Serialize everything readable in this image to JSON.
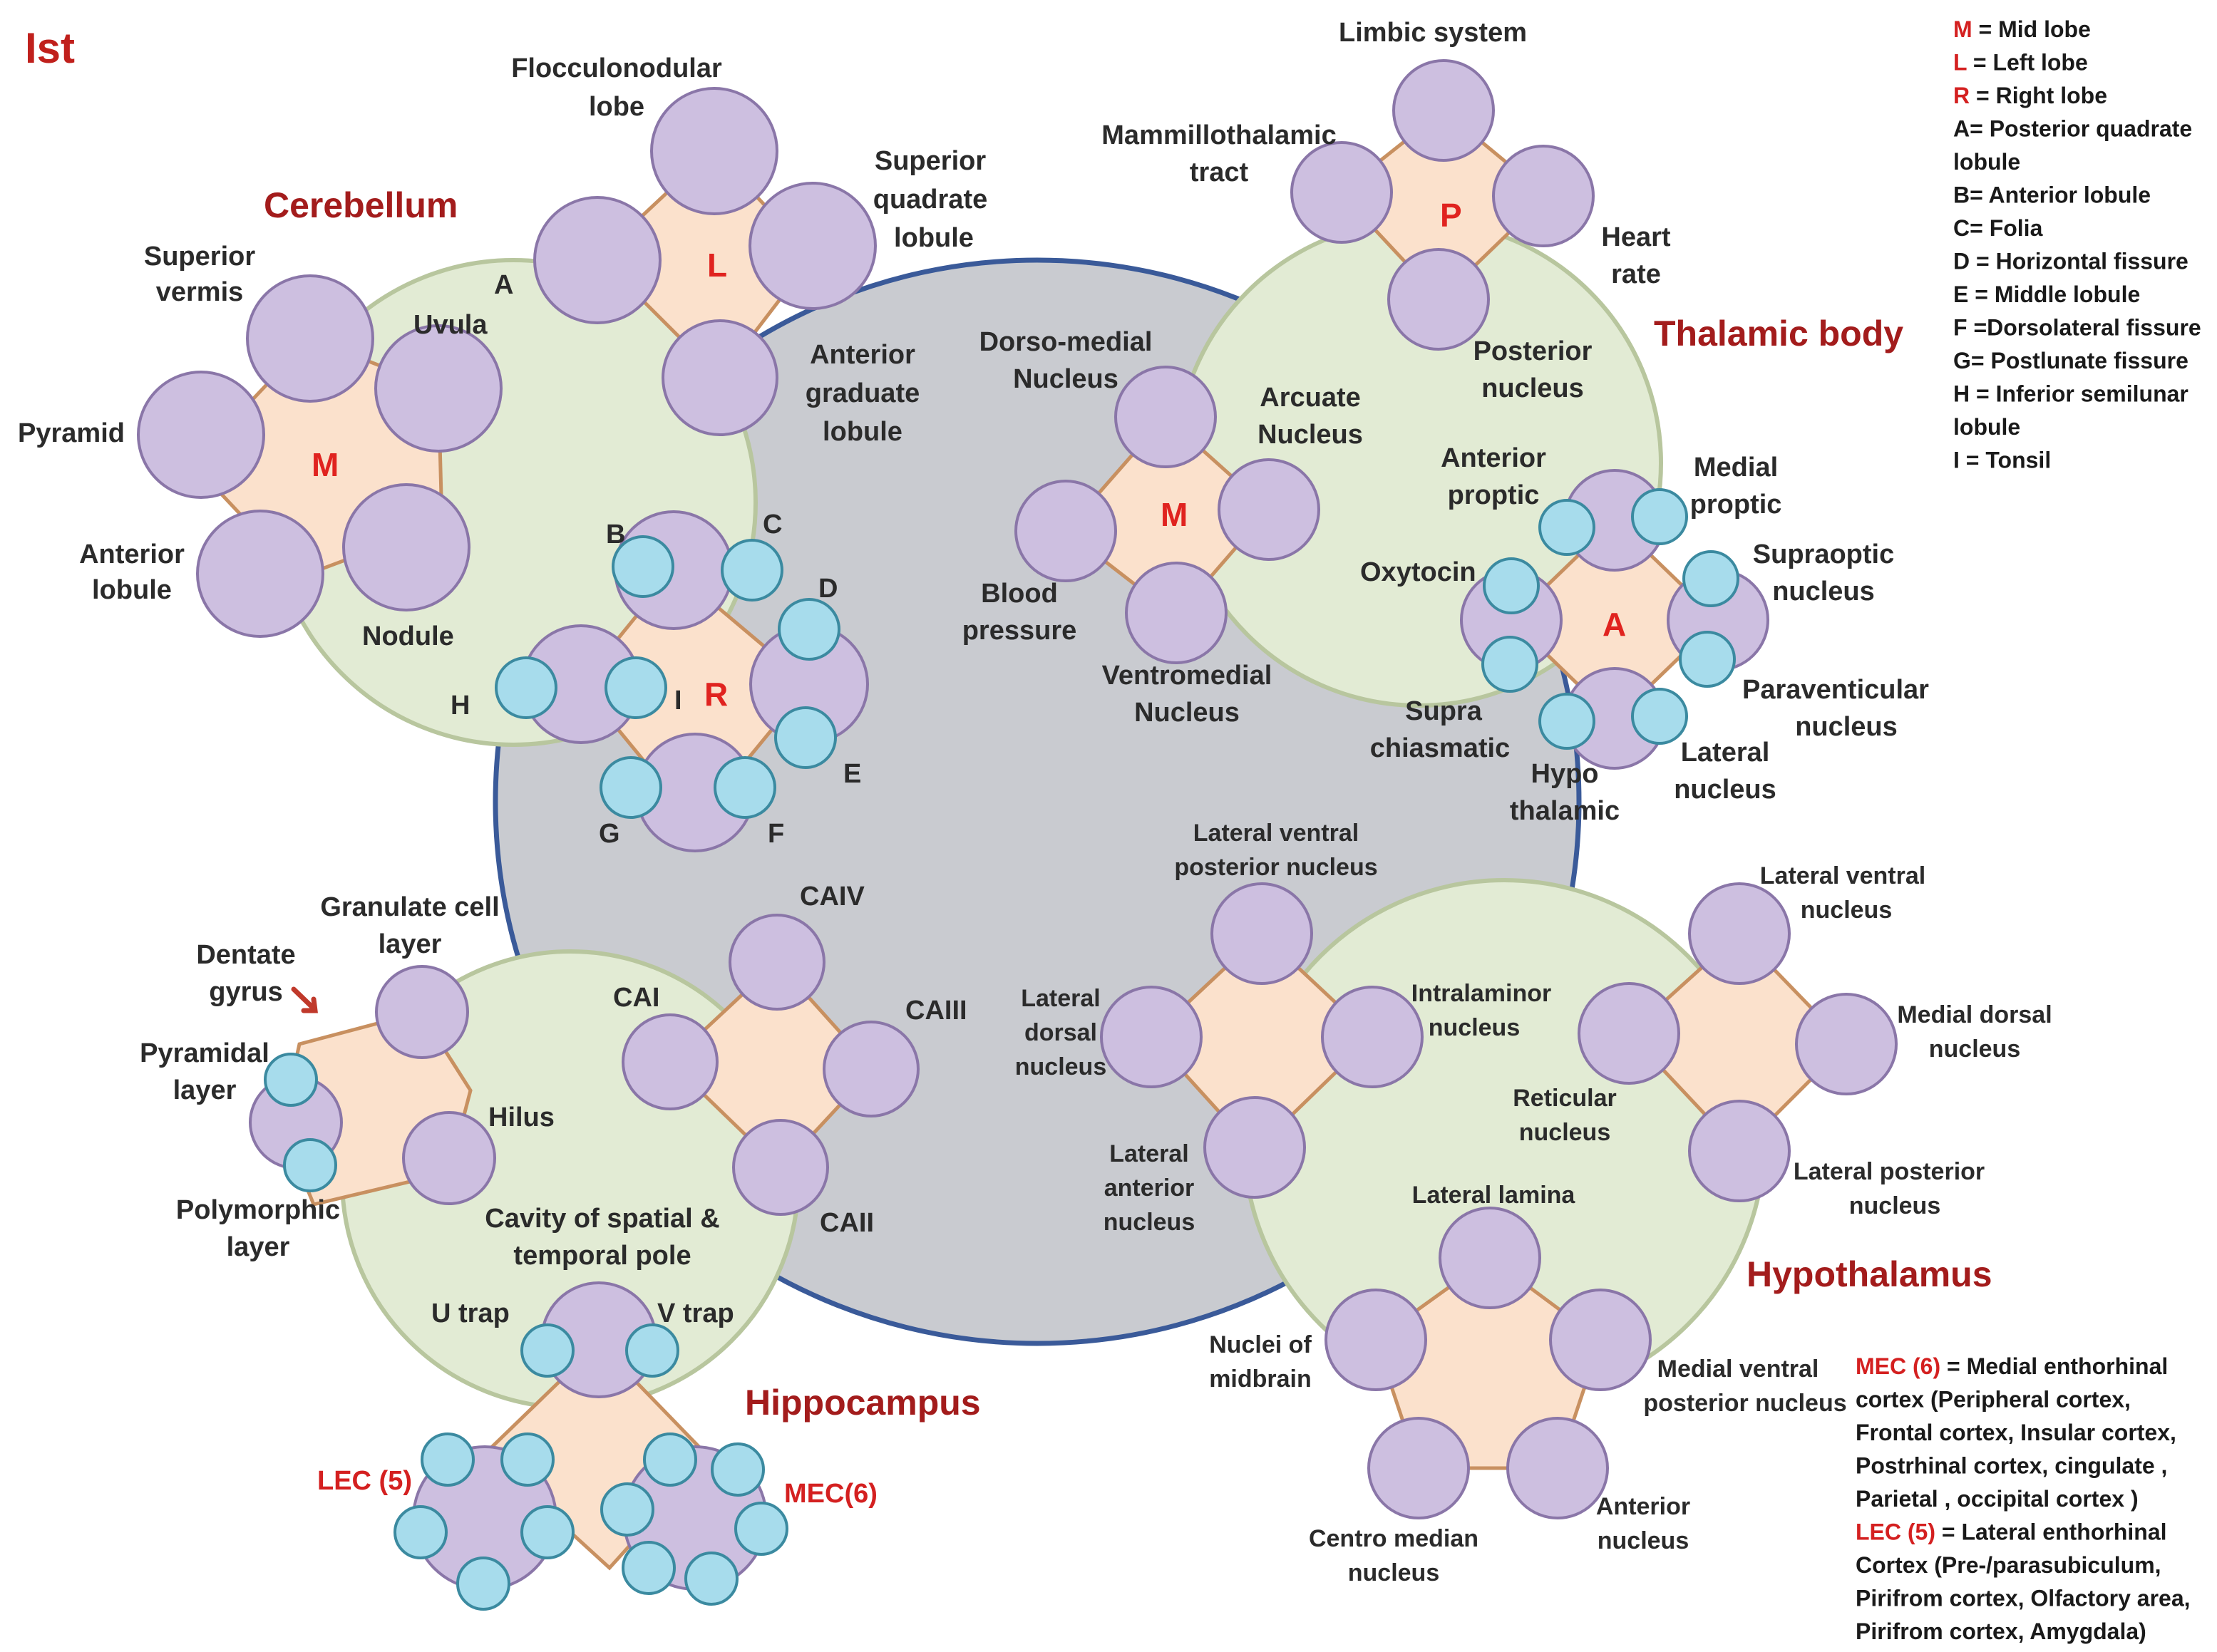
{
  "page_label": "Ist",
  "colors": {
    "core_fill": "#c9cbd0",
    "core_stroke": "#3a5a99",
    "region_fill": "#e2ebd4",
    "region_stroke": "#b8c69e",
    "hub_fill": "#fbe1cc",
    "hub_stroke": "#c89060",
    "node_fill": "#cdbfe0",
    "node_stroke": "#8a76a8",
    "subnode_fill": "#a7dcec",
    "subnode_stroke": "#3b8aa0",
    "title": "#a31c1c",
    "lobe_letter": "#e0231f"
  },
  "cerebellum": {
    "title": "Cerebellum",
    "hub_m": "M",
    "hub_l": "L",
    "hub_r": "R",
    "superior_vermis": [
      "Superior",
      "vermis"
    ],
    "uvula": "Uvula",
    "pyramid": "Pyramid",
    "anterior_lobule": [
      "Anterior",
      "lobule"
    ],
    "nodule": "Nodule",
    "a_letter": "A",
    "flocculonodular": [
      "Flocculonodular",
      "lobe"
    ],
    "superior_quadrate": [
      "Superior",
      "quadrate",
      "lobule"
    ],
    "anterior_graduate": [
      "Anterior",
      "graduate",
      "lobule"
    ],
    "letters": {
      "b": "B",
      "c": "C",
      "d": "D",
      "e": "E",
      "f": "F",
      "g": "G",
      "h": "H",
      "i": "I"
    }
  },
  "thalamic": {
    "title": "Thalamic body",
    "hub_p": "P",
    "hub_m": "M",
    "hub_a": "A",
    "limbic": "Limbic system",
    "mammillothalamic": [
      "Mammillothalamic",
      "tract"
    ],
    "heart_rate": [
      "Heart",
      "rate"
    ],
    "posterior_nucleus": [
      "Posterior",
      "nucleus"
    ],
    "dorso_medial": [
      "Dorso-medial",
      "Nucleus"
    ],
    "arcuate": [
      "Arcuate",
      "Nucleus"
    ],
    "blood_pressure": [
      "Blood",
      "pressure"
    ],
    "ventromedial": [
      "Ventromedial",
      "Nucleus"
    ],
    "anterior_proptic": [
      "Anterior",
      "proptic"
    ],
    "medial_proptic": [
      "Medial",
      "proptic"
    ],
    "oxytocin": "Oxytocin",
    "supraoptic": [
      "Supraoptic",
      "nucleus"
    ],
    "paraventicular": [
      "Paraventicular",
      "nucleus"
    ],
    "lateral_nucleus": [
      "Lateral",
      "nucleus"
    ],
    "supra_chiasmatic": [
      "Supra",
      "chiasmatic"
    ],
    "hypo_thalamic": [
      "Hypo",
      "thalamic"
    ]
  },
  "hippocampus": {
    "title": "Hippocampus",
    "granulate": [
      "Granulate cell",
      "layer"
    ],
    "dentate": [
      "Dentate",
      "gyrus"
    ],
    "pyramidal": [
      "Pyramidal",
      "layer"
    ],
    "hilus": "Hilus",
    "polymorphic": [
      "Polymorphic",
      "layer"
    ],
    "cavity": [
      "Cavity of spatial &",
      "temporal pole"
    ],
    "cai": "CAI",
    "caiv": "CAIV",
    "caiii": "CAIII",
    "caii": "CAII",
    "u_trap": "U trap",
    "v_trap": "V trap",
    "lec": "LEC (5)",
    "mec": "MEC(6)"
  },
  "hypothalamus": {
    "title": "Hypothalamus",
    "lat_ventral_posterior": [
      "Lateral ventral",
      "posterior nucleus"
    ],
    "lat_dorsal": [
      "Lateral",
      "dorsal",
      "nucleus"
    ],
    "intralaminor": [
      "Intralaminor",
      "nucleus"
    ],
    "lat_anterior": [
      "Lateral",
      "anterior",
      "nucleus"
    ],
    "lat_ventral": [
      "Lateral ventral",
      "nucleus"
    ],
    "medial_dorsal": [
      "Medial dorsal",
      "nucleus"
    ],
    "reticular": [
      "Reticular",
      "nucleus"
    ],
    "lat_posterior": [
      "Lateral posterior",
      "nucleus"
    ],
    "lateral_lamina": "Lateral lamina",
    "nuclei_midbrain": [
      "Nuclei of",
      "midbrain"
    ],
    "medial_ventral_posterior": [
      "Medial ventral",
      "posterior nucleus"
    ],
    "centro_median": [
      "Centro median",
      "nucleus"
    ],
    "anterior_nucleus": [
      "Anterior",
      "nucleus"
    ]
  },
  "legend_top": [
    {
      "key": "M",
      "text": " = Mid lobe"
    },
    {
      "key": "L",
      "text": " = Left lobe"
    },
    {
      "key": "R",
      "text": " =  Right lobe"
    },
    {
      "key": "",
      "text": "A= Posterior quadrate"
    },
    {
      "key": "",
      "text": "lobule"
    },
    {
      "key": "",
      "text": "B= Anterior lobule"
    },
    {
      "key": "",
      "text": "C= Folia"
    },
    {
      "key": "",
      "text": "D = Horizontal  fissure"
    },
    {
      "key": "",
      "text": "E = Middle lobule"
    },
    {
      "key": "",
      "text": "F =Dorsolateral  fissure"
    },
    {
      "key": "",
      "text": "G= Postlunate fissure"
    },
    {
      "key": "",
      "text": "H =  Inferior semilunar"
    },
    {
      "key": "",
      "text": "lobule"
    },
    {
      "key": "",
      "text": "I = Tonsil"
    }
  ],
  "legend_bottom": [
    {
      "key": "MEC (6)",
      "text": " = Medial enthorhinal"
    },
    {
      "key": "",
      "text": " cortex (Peripheral cortex,"
    },
    {
      "key": "",
      "text": " Frontal cortex, Insular cortex,"
    },
    {
      "key": "",
      "text": "Postrhinal cortex, cingulate ,"
    },
    {
      "key": "",
      "text": " Parietal , occipital  cortex )"
    },
    {
      "key": "LEC (5)",
      "text": " = Lateral enthorhinal"
    },
    {
      "key": "",
      "text": "Cortex (Pre-/parasubiculum,"
    },
    {
      "key": "",
      "text": " Pirifrom cortex, Olfactory area,"
    },
    {
      "key": "",
      "text": "Pirifrom cortex,  Amygdala)"
    }
  ]
}
